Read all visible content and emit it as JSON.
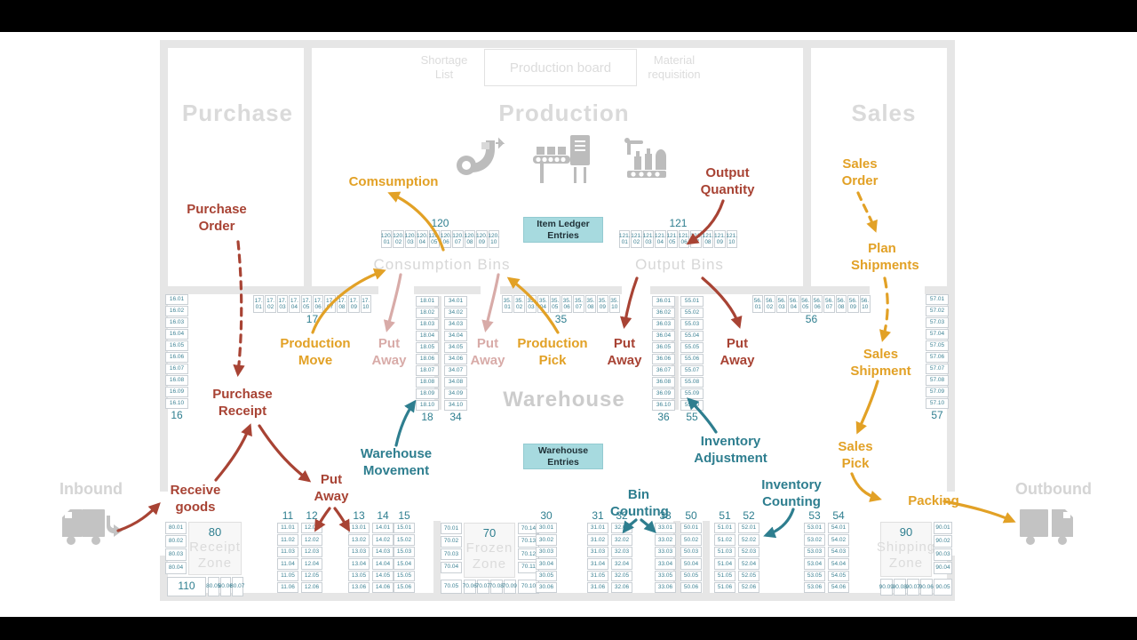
{
  "colors": {
    "red": "#a84334",
    "orange": "#e2a126",
    "pink": "#d8aba8",
    "teal": "#2e7e8f",
    "badge_bg": "#a7dadf",
    "badge_text": "#203238",
    "wall": "#e6e6e6",
    "bin_text": "#3d8294",
    "bin_border": "#c9cfd4"
  },
  "rooms": {
    "purchase": "Purchase",
    "production": "Production",
    "sales": "Sales",
    "warehouse": "Warehouse",
    "consumption_bins": "Consumption Bins",
    "output_bins": "Output Bins",
    "inbound": "Inbound",
    "outbound": "Outbound"
  },
  "top_items": {
    "shortage_list": "Shortage\nList",
    "production_board": "Production board",
    "material_requisition": "Material\nrequisition"
  },
  "badges": {
    "item_ledger": "Item Ledger\nEntries",
    "warehouse_entries": "Warehouse\nEntries"
  },
  "flow_labels": {
    "purchase_order": "Purchase\nOrder",
    "purchase_receipt": "Purchase\nReceipt",
    "receive_goods": "Receive\ngoods",
    "put_away_inbound": "Put\nAway",
    "warehouse_movement": "Warehouse\nMovement",
    "comsumption": "Comsumption",
    "production_move": "Production\nMove",
    "put_away_pink_left": "Put\nAway",
    "put_away_pink_right": "Put\nAway",
    "production_pick": "Production\nPick",
    "output_quantity": "Output\nQuantity",
    "put_away_output_left": "Put\nAway",
    "put_away_output_right": "Put\nAway",
    "inventory_adjustment": "Inventory\nAdjustment",
    "bin_counting": "Bin\nCounting",
    "inventory_counting": "Inventory\nCounting",
    "sales_order": "Sales\nOrder",
    "plan_shipments": "Plan\nShipments",
    "sales_shipment": "Sales\nShipment",
    "sales_pick": "Sales\nPick",
    "packing": "Packing"
  },
  "icons": {
    "machine1": "robot-unloader-icon",
    "machine2": "box-conveyor-icon",
    "machine3": "bottling-line-icon",
    "truck_in": "inbound-truck-icon",
    "truck_out": "outbound-truck-icon"
  },
  "bin_groups": [
    {
      "id": "120",
      "label": "120",
      "cells": [
        "120.01",
        "120.02",
        "120.03",
        "120.04",
        "120.05",
        "120.06",
        "120.07",
        "120.08",
        "120.09",
        "120.10"
      ]
    },
    {
      "id": "121",
      "label": "121",
      "cells": [
        "121.01",
        "121.02",
        "121.03",
        "121.04",
        "121.05",
        "121.06",
        "121.07",
        "121.08",
        "121.09",
        "121.10"
      ]
    },
    {
      "id": "17",
      "label": "17",
      "cells": [
        "17.01",
        "17.02",
        "17.03",
        "17.04",
        "17.05",
        "17.06",
        "17.07",
        "17.08",
        "17.09",
        "17.10"
      ]
    },
    {
      "id": "35",
      "label": "35",
      "cells": [
        "35.01",
        "35.02",
        "35.03",
        "35.04",
        "35.05",
        "35.06",
        "35.07",
        "35.08",
        "35.09",
        "35.10"
      ]
    },
    {
      "id": "56",
      "label": "56",
      "cells": [
        "56.01",
        "56.02",
        "56.03",
        "56.04",
        "56.05",
        "56.06",
        "56.07",
        "56.08",
        "56.09",
        "56.10"
      ]
    },
    {
      "id": "16",
      "label": "16",
      "cells": [
        "16.01",
        "16.02",
        "16.03",
        "16.04",
        "16.05",
        "16.06",
        "16.07",
        "16.08",
        "16.09",
        "16.10"
      ]
    },
    {
      "id": "18",
      "label": "18",
      "cells": [
        "18.01",
        "18.02",
        "18.03",
        "18.04",
        "18.05",
        "18.06",
        "18.07",
        "18.08",
        "18.09",
        "18.10"
      ]
    },
    {
      "id": "34",
      "label": "34",
      "cells": [
        "34.01",
        "34.02",
        "34.03",
        "34.04",
        "34.05",
        "34.06",
        "34.07",
        "34.08",
        "34.09",
        "34.10"
      ]
    },
    {
      "id": "36",
      "label": "36",
      "cells": [
        "36.01",
        "36.02",
        "36.03",
        "36.04",
        "36.05",
        "36.06",
        "36.07",
        "36.08",
        "36.09",
        "36.10"
      ]
    },
    {
      "id": "55",
      "label": "55",
      "cells": [
        "55.01",
        "55.02",
        "55.03",
        "55.04",
        "55.05",
        "55.06",
        "55.07",
        "55.08",
        "55.09",
        "55.10"
      ]
    },
    {
      "id": "57",
      "label": "57",
      "cells": [
        "57.01",
        "57.02",
        "57.03",
        "57.04",
        "57.05",
        "57.06",
        "57.07",
        "57.08",
        "57.09",
        "57.10"
      ]
    },
    {
      "id": "11",
      "label": "11",
      "cells": [
        "11.01",
        "11.02",
        "11.03",
        "11.04",
        "11.05",
        "11.06"
      ]
    },
    {
      "id": "12",
      "label": "12",
      "cells": [
        "12.01",
        "12.02",
        "12.03",
        "12.04",
        "12.05",
        "12.06"
      ]
    },
    {
      "id": "13",
      "label": "13",
      "cells": [
        "13.01",
        "13.02",
        "13.03",
        "13.04",
        "13.05",
        "13.06"
      ]
    },
    {
      "id": "14",
      "label": "14",
      "cells": [
        "14.01",
        "14.02",
        "14.03",
        "14.04",
        "14.05",
        "14.06"
      ]
    },
    {
      "id": "15",
      "label": "15",
      "cells": [
        "15.01",
        "15.02",
        "15.03",
        "15.04",
        "15.05",
        "15.06"
      ]
    },
    {
      "id": "30",
      "label": "30",
      "cells": [
        "30.01",
        "30.02",
        "30.03",
        "30.04",
        "30.05",
        "30.06"
      ]
    },
    {
      "id": "31",
      "label": "31",
      "cells": [
        "31.01",
        "31.02",
        "31.03",
        "31.04",
        "31.05",
        "31.06"
      ]
    },
    {
      "id": "32",
      "label": "32",
      "cells": [
        "32.01",
        "32.02",
        "32.03",
        "32.04",
        "32.05",
        "32.06"
      ]
    },
    {
      "id": "33",
      "label": "33",
      "cells": [
        "33.01",
        "33.02",
        "33.03",
        "33.04",
        "33.05",
        "33.06"
      ]
    },
    {
      "id": "50",
      "label": "50",
      "cells": [
        "50.01",
        "50.02",
        "50.03",
        "50.04",
        "50.05",
        "50.06"
      ]
    },
    {
      "id": "51",
      "label": "51",
      "cells": [
        "51.01",
        "51.02",
        "51.03",
        "51.04",
        "51.05",
        "51.06"
      ]
    },
    {
      "id": "52",
      "label": "52",
      "cells": [
        "52.01",
        "52.02",
        "52.03",
        "52.04",
        "52.05",
        "52.06"
      ]
    },
    {
      "id": "53",
      "label": "53",
      "cells": [
        "53.01",
        "53.02",
        "53.03",
        "53.04",
        "53.05",
        "53.06"
      ]
    },
    {
      "id": "54",
      "label": "54",
      "cells": [
        "54.01",
        "54.02",
        "54.03",
        "54.04",
        "54.05",
        "54.06"
      ]
    }
  ],
  "zones": {
    "receipt": {
      "number": "80",
      "name": "Receipt\nZone",
      "left_cells": [
        "80.01",
        "80.02",
        "80.03",
        "80.04"
      ],
      "big_cell": "110",
      "bottom_cells": [
        "80.05",
        "80.06",
        "80.07"
      ]
    },
    "frozen": {
      "number": "70",
      "name": "Frozen\nZone",
      "left_cells": [
        "70.01",
        "70.02",
        "70.03",
        "70.04"
      ],
      "bottom_left_cell": "70.05",
      "bottom_cells": [
        "70.06",
        "70.07",
        "70.08",
        "70.09"
      ],
      "right_cells": [
        "70.14",
        "70.13",
        "70.12",
        "70.11"
      ],
      "bottom_right_cell": "70.10"
    },
    "shipping": {
      "number": "90",
      "name": "Shipping\nZone",
      "right_cells": [
        "90.01",
        "90.02",
        "90.03",
        "90.04"
      ],
      "bottom_cells": [
        "90.09",
        "90.08",
        "90.07",
        "90.06"
      ],
      "bottom_right_cell": "90.05"
    }
  }
}
